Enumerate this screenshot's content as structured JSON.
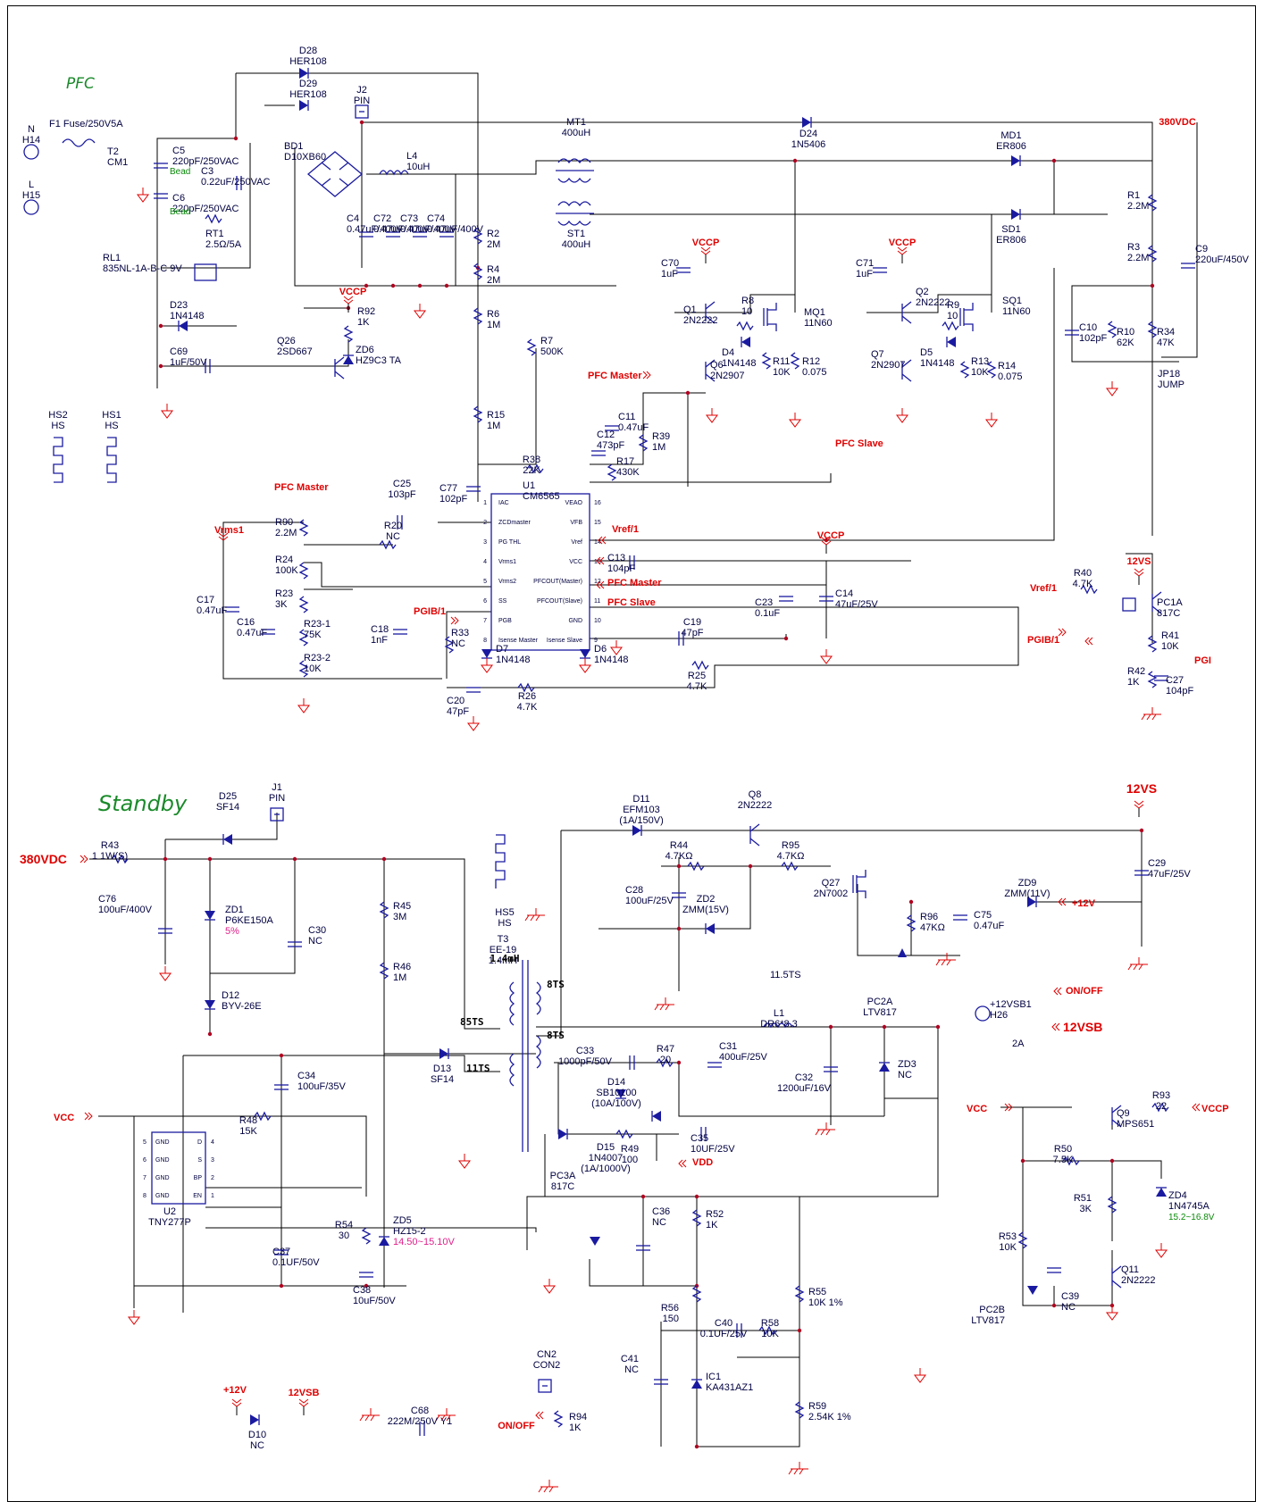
{
  "sections": {
    "pfc": "PFC",
    "standby": "Standby"
  },
  "nets": {
    "v380": "380VDC",
    "vccp": "VCCP",
    "vcc": "VCC",
    "v12vs": "12VS",
    "p12v": "+12V",
    "v12vsb": "12VSB",
    "onoff": "ON/OFF",
    "vdd": "VDD",
    "pfc_master": "PFC Master",
    "pfc_slave": "PFC Slave",
    "vrms1": "Vrms1",
    "vref1": "Vref/1",
    "pgib1": "PGIB/1",
    "pgi": "PGI"
  },
  "pfc": {
    "f1": [
      "F1 Fuse/250V5A"
    ],
    "h14": [
      "N",
      "H14"
    ],
    "h15": [
      "L",
      "H15"
    ],
    "t2": [
      "T2",
      "CM1"
    ],
    "c5": [
      "C5",
      "220pF/250VAC"
    ],
    "c3": [
      "C3",
      "0.22uF/250VAC"
    ],
    "c6": [
      "C6",
      "220pF/250VAC"
    ],
    "bead": "Bead",
    "rt1": [
      "RT1",
      "2.5Ω/5A"
    ],
    "rl1": [
      "RL1",
      "835NL-1A-B-C 9V"
    ],
    "d23": [
      "D23",
      "1N4148"
    ],
    "c69": [
      "C69",
      "1uF/50V"
    ],
    "q26": [
      "Q26",
      "2SD667"
    ],
    "r92": [
      "R92",
      "1K"
    ],
    "zd6": [
      "ZD6",
      "HZ9C3 TA"
    ],
    "d28": [
      "D28",
      "HER108"
    ],
    "d29": [
      "D29",
      "HER108"
    ],
    "j2": [
      "J2",
      "PIN"
    ],
    "bd1": [
      "BD1",
      "D10XB60"
    ],
    "l4": [
      "L4",
      "10uH"
    ],
    "c4": [
      "C4",
      "0.47uF/400V"
    ],
    "c72": [
      "C72",
      "0.47uF/400V"
    ],
    "c73": [
      "C73",
      "0.47uF/400V"
    ],
    "c74": [
      "C74",
      "0.47uF/400V"
    ],
    "r2": [
      "R2",
      "2M"
    ],
    "r4": [
      "R4",
      "2M"
    ],
    "r6": [
      "R6",
      "1M"
    ],
    "r15": [
      "R15",
      "1M"
    ],
    "r7": [
      "R7",
      "500K"
    ],
    "mt1": [
      "MT1",
      "400uH"
    ],
    "st1": [
      "ST1",
      "400uH"
    ],
    "d24": [
      "D24",
      "1N5406"
    ],
    "md1": [
      "MD1",
      "ER806"
    ],
    "sd1": [
      "SD1",
      "ER806"
    ],
    "r1": [
      "R1",
      "2.2M"
    ],
    "r3": [
      "R3",
      "2.2M"
    ],
    "c9": [
      "C9",
      "220uF/450V"
    ],
    "c10": [
      "C10",
      "102pF"
    ],
    "r10": [
      "R10",
      "62K"
    ],
    "r34": [
      "R34",
      "47K"
    ],
    "jp18": [
      "JP18",
      "JUMP"
    ],
    "c70": [
      "C70",
      "1uF"
    ],
    "q1": [
      "Q1",
      "2N2222"
    ],
    "r8": [
      "R8",
      "10"
    ],
    "d4": [
      "D4",
      "1N4148"
    ],
    "q6": [
      "Q6",
      "2N2907"
    ],
    "mq1": [
      "MQ1",
      "11N60"
    ],
    "r11": [
      "R11",
      "10K"
    ],
    "r12": [
      "R12",
      "0.075"
    ],
    "c71": [
      "C71",
      "1uF"
    ],
    "q2": [
      "Q2",
      "2N2222"
    ],
    "r9": [
      "R9",
      "10"
    ],
    "q7": [
      "Q7",
      "2N2907"
    ],
    "d5": [
      "D5",
      "1N4148"
    ],
    "sq1": [
      "SQ1",
      "11N60"
    ],
    "r13": [
      "R13",
      "10K"
    ],
    "r14": [
      "R14",
      "0.075"
    ],
    "c11": [
      "C11",
      "0.47uF"
    ],
    "c12": [
      "C12",
      "473pF"
    ],
    "r39": [
      "R39",
      "1M"
    ],
    "r17": [
      "R17",
      "430K"
    ],
    "r38": [
      "R38",
      "22K"
    ],
    "c77": [
      "C77",
      "102pF"
    ],
    "u1": [
      "U1",
      "CM6565"
    ],
    "u1_pins_left": [
      "IAC",
      "ZCDmaster",
      "PG THL",
      "Vrms1",
      "Vrms2",
      "SS",
      "PGB",
      "Isense Master"
    ],
    "u1_pins_right": [
      "VEAO",
      "VFB",
      "Vref",
      "VCC",
      "PFCOUT(Master)",
      "PFCOUT(Slave)",
      "GND",
      "Isense Slave"
    ],
    "u1_nums_left": [
      "1",
      "2",
      "3",
      "4",
      "5",
      "6",
      "7",
      "8"
    ],
    "u1_nums_right": [
      "16",
      "15",
      "14",
      "13",
      "12",
      "11",
      "10",
      "9"
    ],
    "c25": [
      "C25",
      "103pF"
    ],
    "r20": [
      "R20",
      "NC"
    ],
    "r90": [
      "R90",
      "2.2M"
    ],
    "r24": [
      "R24",
      "100K"
    ],
    "r23": [
      "R23",
      "3K"
    ],
    "r231": [
      "R23-1",
      "75K"
    ],
    "r232": [
      "R23-2",
      "10K"
    ],
    "c17": [
      "C17",
      "0.47uF"
    ],
    "c16": [
      "C16",
      "0.47uF"
    ],
    "c18": [
      "C18",
      "1nF"
    ],
    "r33": [
      "R33",
      "NC"
    ],
    "d7": [
      "D7",
      "1N4148"
    ],
    "d6": [
      "D6",
      "1N4148"
    ],
    "c13": [
      "C13",
      "104pF"
    ],
    "c23": [
      "C23",
      "0.1uF"
    ],
    "c14": [
      "C14",
      "47uF/25V"
    ],
    "c19": [
      "C19",
      "47pF"
    ],
    "r25": [
      "R25",
      "4.7K"
    ],
    "r26": [
      "R26",
      "4.7K"
    ],
    "c20": [
      "C20",
      "47pF"
    ],
    "hs1": [
      "HS1",
      "HS"
    ],
    "hs2": [
      "HS2",
      "HS"
    ],
    "r40": [
      "R40",
      "4.7K"
    ],
    "pc1a": [
      "PC1A",
      "817C"
    ],
    "r41": [
      "R41",
      "10K"
    ],
    "r42": [
      "R42",
      "1K"
    ],
    "c27": [
      "C27",
      "104pF"
    ]
  },
  "standby": {
    "r43": [
      "R43",
      "1 1W(S)"
    ],
    "c76": [
      "C76",
      "100uF/400V"
    ],
    "d25": [
      "D25",
      "SF14"
    ],
    "j1": [
      "J1",
      "PIN"
    ],
    "zd1": [
      "ZD1",
      "P6KE150A",
      "5%"
    ],
    "c30": [
      "C30",
      "NC"
    ],
    "d12": [
      "D12",
      "BYV-26E"
    ],
    "r45": [
      "R45",
      "3M"
    ],
    "r46": [
      "R46",
      "1M"
    ],
    "t3": [
      "T3",
      "EE-19",
      "1.4mH"
    ],
    "hs5": [
      "HS5",
      "HS"
    ],
    "turns": [
      "8TS",
      "85TS",
      "8TS",
      "11TS",
      "11.5TS"
    ],
    "d13": [
      "D13",
      "SF14"
    ],
    "c34": [
      "C34",
      "100uF/35V"
    ],
    "r48": [
      "R48",
      "15K"
    ],
    "u2": [
      "U2",
      "TNY277P"
    ],
    "u2_pins": [
      "GND",
      "GND",
      "GND",
      "GND",
      "D",
      "S",
      "BP",
      "EN"
    ],
    "u2_nums": [
      "5",
      "6",
      "7",
      "8",
      "4",
      "3",
      "2",
      "1"
    ],
    "r54": [
      "R54",
      "30"
    ],
    "zd5": [
      "ZD5",
      "HZ15-2",
      "14.50~15.10V"
    ],
    "c37": [
      "C37",
      "0.1UF/50V"
    ],
    "c38": [
      "C38",
      "10uF/50V"
    ],
    "d11": [
      "D11",
      "EFM103",
      "(1A/150V)"
    ],
    "q8": [
      "Q8",
      "2N2222"
    ],
    "r44": [
      "R44",
      "4.7KΩ"
    ],
    "r95": [
      "R95",
      "4.7KΩ"
    ],
    "c28": [
      "C28",
      "100uF/25V"
    ],
    "zd2": [
      "ZD2",
      "ZMM(15V)"
    ],
    "q27": [
      "Q27",
      "2N7002"
    ],
    "r96": [
      "R96",
      "47KΩ"
    ],
    "c75": [
      "C75",
      "0.47uF"
    ],
    "zd9": [
      "ZD9",
      "ZMM(11V)"
    ],
    "c29": [
      "C29",
      "47uF/25V"
    ],
    "l1": [
      "L1",
      "DR6*8.3"
    ],
    "pc2a": [
      "PC2A",
      "LTV817"
    ],
    "h26": [
      "+12VSB1",
      "H26"
    ],
    "out_current": "2A",
    "c33": [
      "C33",
      "1000pF/50V"
    ],
    "r47": [
      "R47",
      "20"
    ],
    "c31": [
      "C31",
      "400uF/25V"
    ],
    "c32": [
      "C32",
      "1200uF/16V"
    ],
    "zd3": [
      "ZD3",
      "NC"
    ],
    "d14": [
      "D14",
      "SB10100",
      "(10A/100V)"
    ],
    "d15": [
      "D15",
      "1N4007",
      "(1A/1000V)"
    ],
    "r49": [
      "R49",
      "100"
    ],
    "c35": [
      "C35",
      "10UF/25V"
    ],
    "pc3a": [
      "PC3A",
      "817C"
    ],
    "c36": [
      "C36",
      "NC"
    ],
    "r52": [
      "R52",
      "1K"
    ],
    "r56": [
      "R56",
      "150"
    ],
    "c40": [
      "C40",
      "0.1UF/25V"
    ],
    "r58": [
      "R58",
      "10K"
    ],
    "c41": [
      "C41",
      "NC"
    ],
    "ic1": [
      "IC1",
      "KA431AZ1"
    ],
    "r55": [
      "R55",
      "10K 1%"
    ],
    "r59": [
      "R59",
      "2.54K 1%"
    ],
    "r93": [
      "R93",
      "22"
    ],
    "q9": [
      "Q9",
      "MPS651"
    ],
    "r50": [
      "R50",
      "7.5K"
    ],
    "r51": [
      "R51",
      "3K"
    ],
    "zd4": [
      "ZD4",
      "1N4745A",
      "15.2~16.8V"
    ],
    "r53": [
      "R53",
      "10K"
    ],
    "q11": [
      "Q11",
      "2N2222"
    ],
    "pc2b": [
      "PC2B",
      "LTV817"
    ],
    "c39": [
      "C39",
      "NC"
    ],
    "d10": [
      "D10",
      "NC"
    ],
    "c68": [
      "C68",
      "222M/250V Y1"
    ],
    "cn2": [
      "CN2",
      "CON2"
    ],
    "r94": [
      "R94",
      "1K"
    ]
  }
}
